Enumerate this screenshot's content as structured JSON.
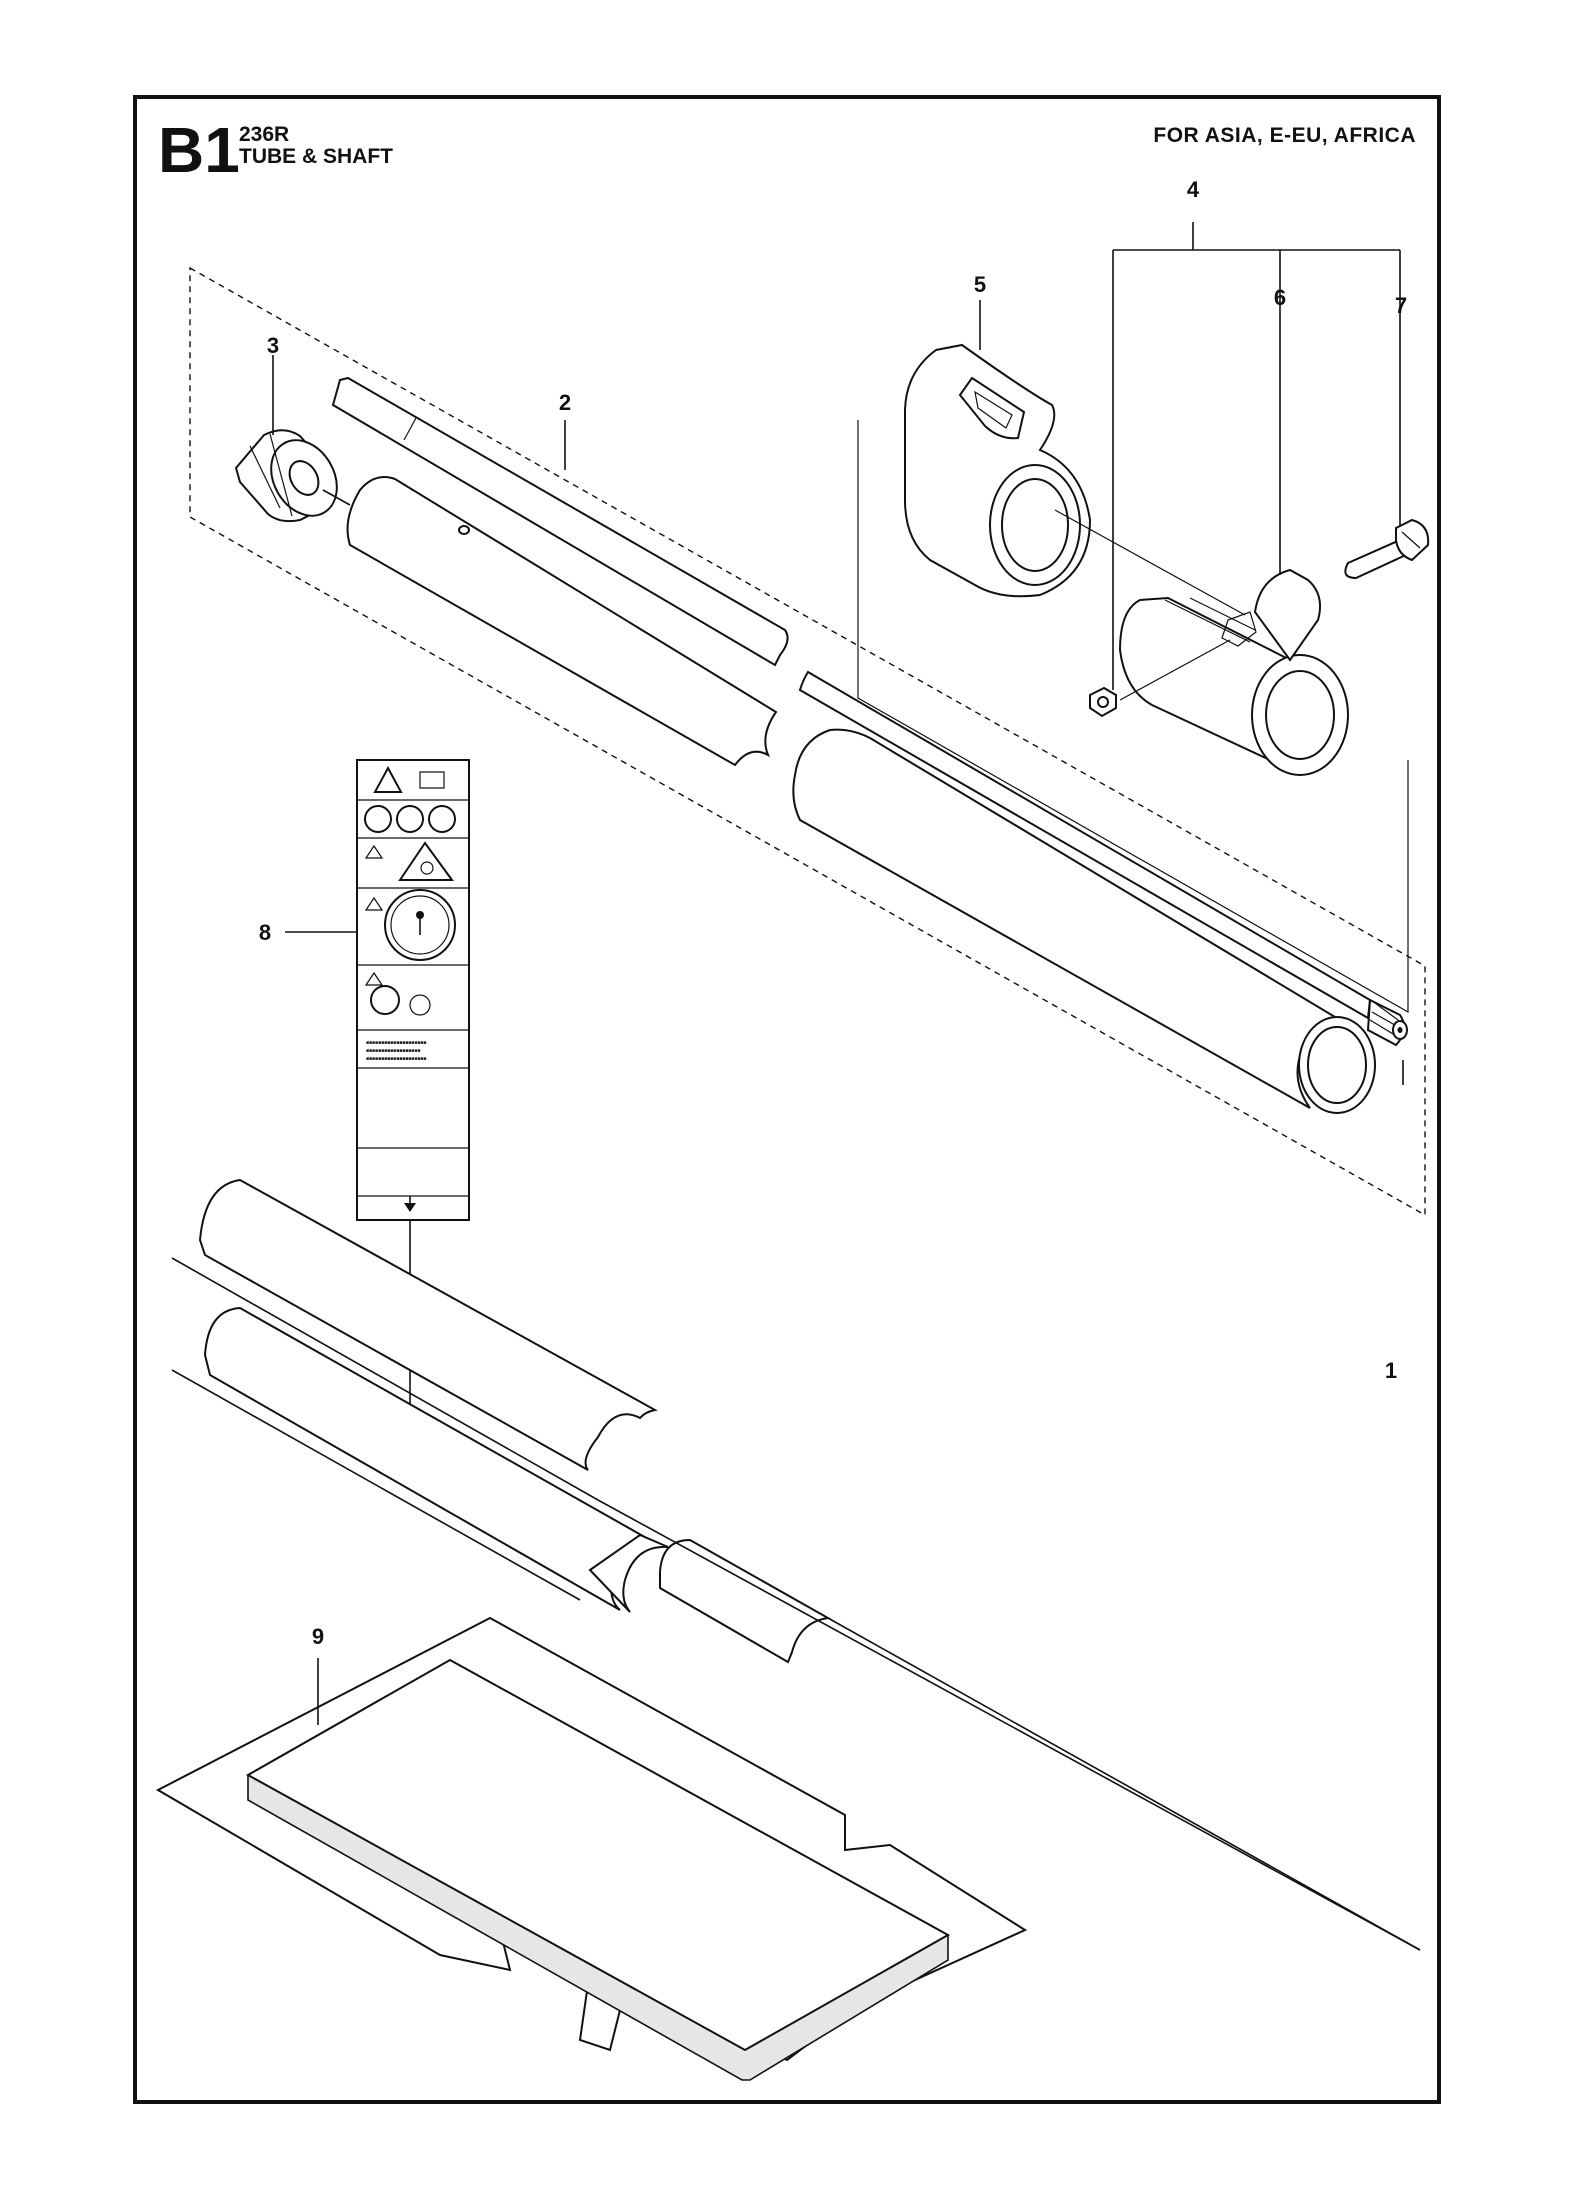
{
  "header": {
    "section_code": "B1",
    "model": "236R",
    "title": "TUBE & SHAFT",
    "region": "FOR ASIA, E-EU, AFRICA"
  },
  "callouts": [
    "1",
    "2",
    "3",
    "4",
    "5",
    "6",
    "7",
    "8",
    "9"
  ]
}
